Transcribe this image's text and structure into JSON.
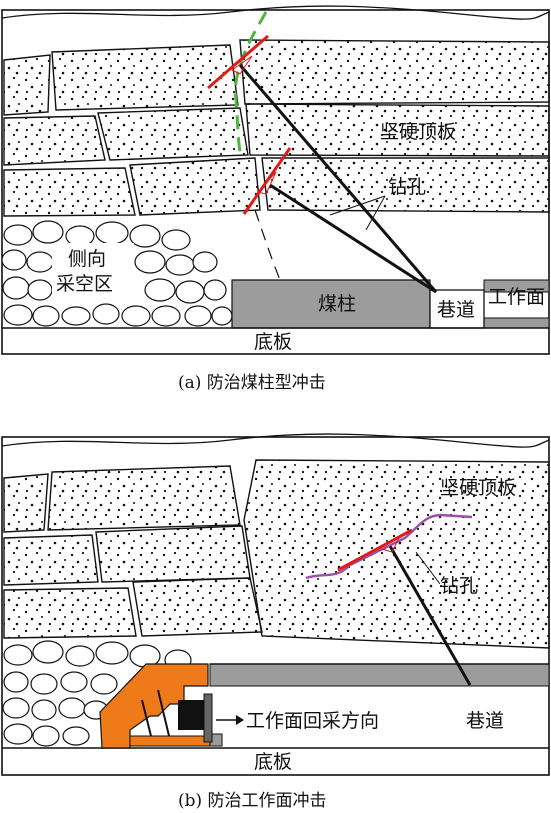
{
  "panel_a": {
    "labels": {
      "roof": "坚硬顶板",
      "borehole": "钻孔",
      "goaf_line1": "侧向",
      "goaf_line2": "采空区",
      "pillar": "煤柱",
      "roadway": "巷道",
      "face": "工作面",
      "floor": "底板"
    },
    "caption": "(a)  防治煤柱型冲击"
  },
  "panel_b": {
    "labels": {
      "roof": "坚硬顶板",
      "borehole": "钻孔",
      "direction": "工作面回采方向",
      "roadway": "巷道",
      "floor": "底板"
    },
    "caption": "(b)  防治工作面冲击"
  },
  "colors": {
    "coal": "#9c9c9c",
    "support": "#ee7a1a",
    "fracture_red": "#e01b1b",
    "dashed_green": "#4db840",
    "borehole_purple": "#9b4fa8"
  },
  "icons": [
    "arrow-right-icon"
  ]
}
